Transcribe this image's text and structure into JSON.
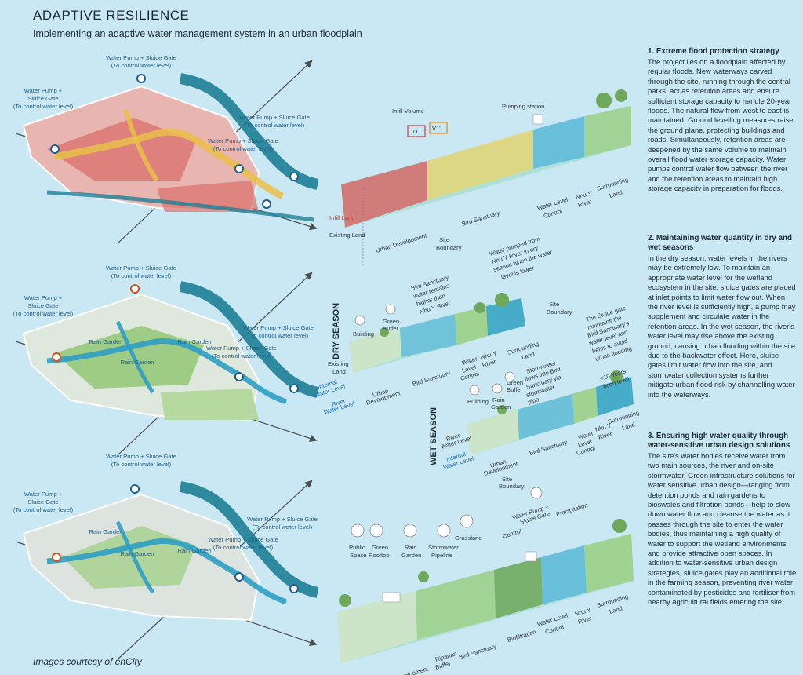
{
  "header": {
    "title": "ADAPTIVE RESILIENCE",
    "subtitle": "Implementing an adaptive water management system in an urban floodplain"
  },
  "credit": "Images courtesy of enCity",
  "maps": {
    "pump_gate": "Water Pump + Sluice Gate",
    "control": "(To control water level)",
    "pump_plus": "Water Pump +",
    "sluice_gate": "Sluice Gate",
    "rain_garden": "Rain Garden"
  },
  "diagram1": {
    "infill_volume": "Infill Volume",
    "v1": "V1",
    "v1_prime": "V1'",
    "pumping_station": "Pumping station",
    "infill_land": "Infill Land",
    "existing_land": "Existing Land",
    "urban_development": "Urban Development",
    "bird_sanctuary": "Bird Sanctuary",
    "water_level": "Water Level",
    "control": "Control",
    "nhu_y": "Nhu Y",
    "river": "River",
    "surrounding": "Surrounding",
    "land": "Land"
  },
  "diagram2": {
    "dry_season": "DRY SEASON",
    "site_boundary_1": "Site",
    "site_boundary_2": "Boundary",
    "water_pumped": [
      "Water pumped from",
      "Nhu Y River in dry",
      "season when the water",
      "level is lower"
    ],
    "bird_remains": [
      "Bird Sanctuary",
      "water remains",
      "higher than",
      "Nhu Y River"
    ],
    "green_buffer_1": "Green",
    "green_buffer_2": "Buffer",
    "building": "Building",
    "existing": "Existing",
    "land": "Land",
    "internal_1": "Internal",
    "water_level": "Water Level",
    "river": "River",
    "urban": "Urban",
    "development": "Development",
    "bird_sanctuary": "Bird Sanctuary",
    "water": "Water",
    "level": "Level",
    "control": "Control",
    "nhu_y": "Nhu Y",
    "surrounding": "Surrounding"
  },
  "diagram3": {
    "wet_season": "WET SEASON",
    "sluice_text": [
      "The Sluice gate",
      "maintains the",
      "Bird Sanctuary's",
      "water level and",
      "helps to avoid",
      "urban flooding"
    ],
    "stormwater": [
      "Stormwater",
      "flows into Bird",
      "Sanctuary via",
      "stormwater",
      "pipe"
    ],
    "ten_years_1": "<10 Years",
    "ten_years_2": "flood level",
    "rain": "Rain",
    "garden": "Garden"
  },
  "diagram4": {
    "site_boundary_1": "Site",
    "site_boundary_2": "Boundary",
    "pump_plus": "Water Pump +",
    "sluice": "Sluice Gate",
    "control": "Control",
    "precipitation": "Precipitation",
    "public": "Public",
    "space": "Space",
    "green": "Green",
    "rooftop": "Rooftop",
    "rain": "Rain",
    "garden": "Garden",
    "stormwater": "Stormwater",
    "pipeline": "Pipeline",
    "grassland": "Grassland",
    "urban_development": "Urban Development",
    "riparian": "Riparian",
    "buffer": "Buffer",
    "bird_sanctuary": "Bird Sanctuary",
    "biofiltration": "Biofiltration",
    "water_level": "Water Level",
    "nhu_y": "Nhu Y",
    "river": "River",
    "surrounding": "Surrounding",
    "land": "Land"
  },
  "sidebar": {
    "s1": {
      "title": "1. Extreme flood protection strategy",
      "body": "The project lies on a floodplain affected by regular floods. New waterways carved through the site, running through the central parks, act as retention areas and ensure sufficient storage capacity to handle 20-year floods. The natural flow from west to east is maintained. Ground levelling measures raise the ground plane, protecting buildings and roads. Simultaneously, retention areas are deepened by the same volume to maintain overall flood water storage capacity. Water pumps control water flow between the river and the retention areas to maintain high storage capacity in preparation for floods."
    },
    "s2": {
      "title": "2. Maintaining water quantity in dry and wet seasons",
      "body": "In the dry season, water levels in the rivers may be extremely low. To maintain an appropriate water level for the wetland ecosystem in the site, sluice gates are placed at inlet points to limit water flow out. When the river level is sufficiently high, a pump may supplement and circulate water in the retention areas. In the wet season, the river's water level may rise above the existing ground, causing urban flooding within the site due to the backwater effect. Here, sluice gates limit water flow into the site, and stormwater collection systems further mitigate urban flood risk by channelling water into the waterways."
    },
    "s3": {
      "title": "3. Ensuring high water quality through water-sensitive urban design solutions",
      "body": "The site's water bodies receive water from two main sources, the river and on-site stormwater. Green infrastructure solutions for water sensitive urban design—ranging from detention ponds and rain gardens to bioswales and filtration ponds—help to slow down water flow and cleanse the water as it passes through the site to enter the water bodies, thus maintaining a high quality of water to support the wetland environments and provide attractive open spaces. In addition to water-sensitive urban design strategies, sluice gates play an additional role in the farming season, preventing river water contaminated by pesticides and fertiliser from nearby agricultural fields entering the site."
    }
  },
  "colors": {
    "background": "#c9e8f3",
    "river": "#1f7f96",
    "urban": "#d9706b",
    "green": "#8dc46e",
    "label_blue": "#1f5f8b"
  }
}
